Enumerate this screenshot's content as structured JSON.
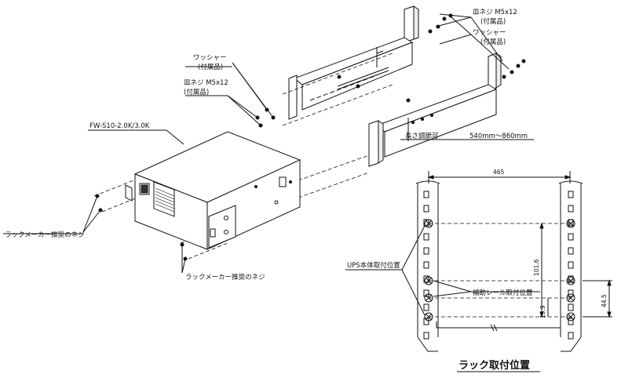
{
  "labels": {
    "washer": "ワッシャー",
    "washer_note": "(付属品)",
    "screw": "皿ネジ M5x12",
    "screw_note": "(付属品)",
    "model": "FW-S10-2.0K/3.0K",
    "adjust": "長さ調節可",
    "adjust_range": "540mm～860mm",
    "rack_screw": "ラックメーカー推奨のネジ",
    "ups_pos": "UPS本体取付位置",
    "rail_pos": "補助レール取付位置",
    "rack_title": "ラック取付位置"
  },
  "dimensions": {
    "width": "465",
    "ups_height": "101.6",
    "rail_height": "44.5",
    "rail_offset": "15.9"
  },
  "colors": {
    "line": "#111111",
    "background": "#ffffff"
  }
}
